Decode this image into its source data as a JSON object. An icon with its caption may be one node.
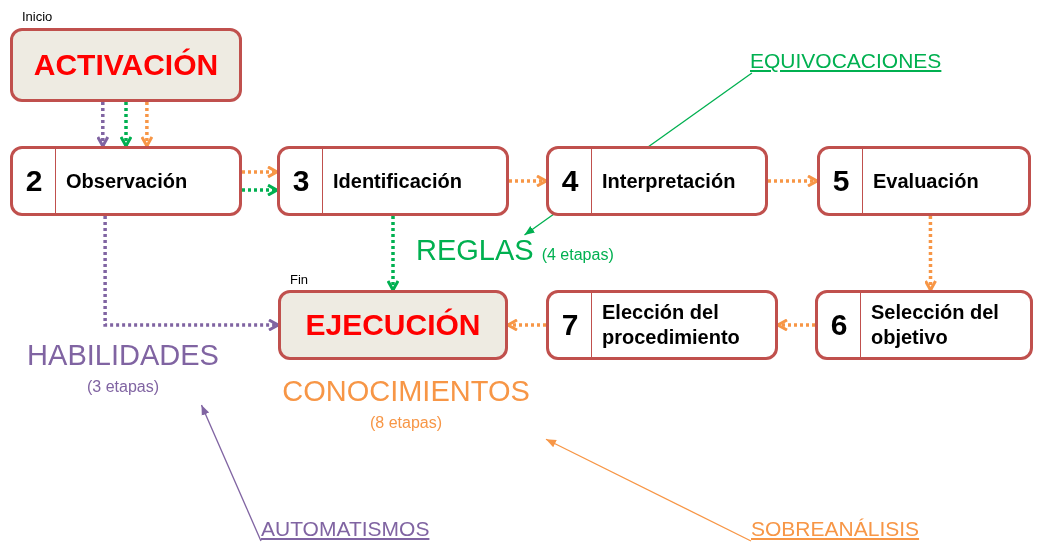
{
  "diagram": {
    "nodes": [
      {
        "text": [
          "ACTIVACIÓN"
        ],
        "beside": [
          "Inicio"
        ]
      },
      {
        "text": [
          "2",
          "Observación"
        ]
      },
      {
        "text": [
          "3",
          "Identificación"
        ]
      },
      {
        "text": [
          "4",
          "Interpretación"
        ]
      },
      {
        "text": [
          "5",
          "Evaluación"
        ]
      },
      {
        "text": [
          "6",
          "Selección del objetivo"
        ]
      },
      {
        "text": [
          "7",
          "Elección del procedimiento"
        ]
      },
      {
        "text": [
          "EJECUCIÓN"
        ],
        "beside": [
          "Fin"
        ]
      },
      {
        "text": [
          "HABILIDADES",
          "(3 etapas)"
        ]
      },
      {
        "text": [
          "REGLAS",
          "(4 etapas)"
        ]
      },
      {
        "text": [
          "CONOCIMIENTOS",
          "(8 etapas)"
        ]
      },
      {
        "text": [
          "EQUIVOCACIONES"
        ]
      },
      {
        "text": [
          "AUTOMATISMOS"
        ]
      },
      {
        "text": [
          "SOBREANÁLISIS"
        ]
      }
    ],
    "edges": [
      {
        "from": 0,
        "to": 1,
        "arrow": "to",
        "style": "dashed",
        "color": "#8064a2"
      },
      {
        "from": 0,
        "to": 1,
        "arrow": "to",
        "style": "dashed",
        "color": "#00b050"
      },
      {
        "from": 0,
        "to": 1,
        "arrow": "to",
        "style": "dashed"
      },
      {
        "from": 1,
        "to": 2,
        "arrow": "to",
        "style": "dashed"
      },
      {
        "from": 1,
        "to": 2,
        "arrow": "to",
        "style": "dashed",
        "color": "#00b050"
      },
      {
        "from": 2,
        "to": 3,
        "arrow": "to",
        "style": "dashed"
      },
      {
        "from": 3,
        "to": 4,
        "arrow": "to",
        "style": "dashed"
      },
      {
        "from": 4,
        "to": 5,
        "arrow": "to",
        "style": "dashed"
      },
      {
        "from": 5,
        "to": 6,
        "arrow": "to",
        "style": "dashed"
      },
      {
        "from": 6,
        "to": 7,
        "arrow": "to",
        "style": "dashed"
      },
      {
        "from": 1,
        "to": 7,
        "arrow": "to",
        "style": "dashed",
        "color": "#8064a2"
      },
      {
        "from": 2,
        "to": 7,
        "arrow": "to",
        "style": "dashed",
        "color": "#00b050"
      },
      {
        "from": 11,
        "to": 9,
        "arrow": "to",
        "color": "#00b050"
      },
      {
        "from": 12,
        "to": 8,
        "arrow": "to",
        "color": "#8064a2"
      },
      {
        "from": 13,
        "to": 10,
        "arrow": "to"
      }
    ]
  }
}
